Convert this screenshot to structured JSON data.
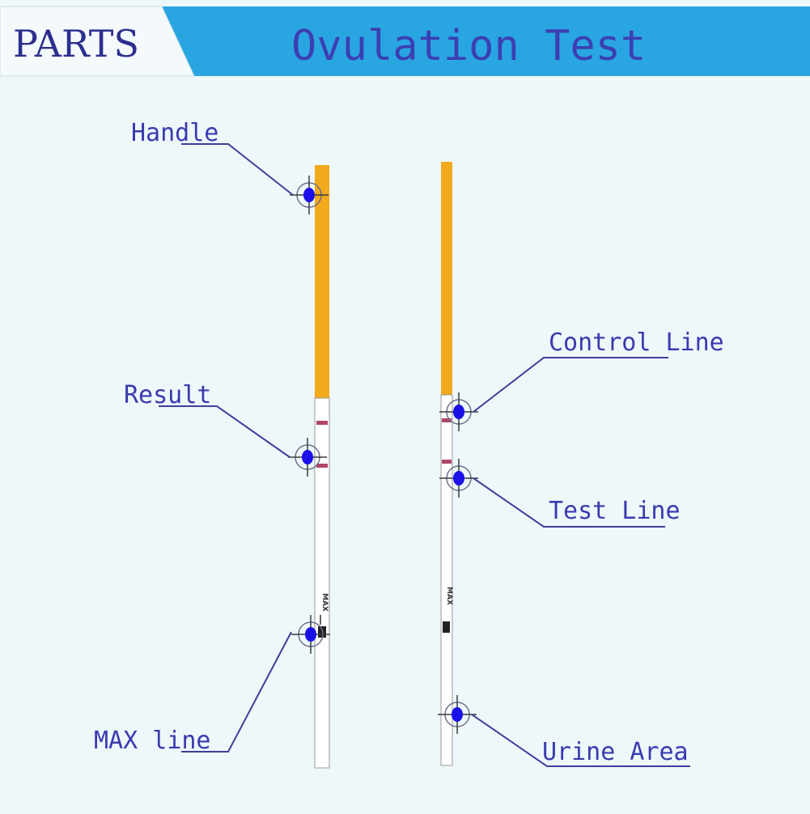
{
  "header": {
    "tag": "PARTS",
    "title": "Ovulation Test"
  },
  "labels": {
    "handle": "Handle",
    "result": "Result",
    "max_line": "MAX line",
    "control_line": "Control Line",
    "test_line": "Test Line",
    "urine_area": "Urine Area"
  },
  "strip_marking": "MAX",
  "colors": {
    "header_blue": "#29a6e2",
    "handle_orange": "#f2a91c",
    "result_line": "#b0456b",
    "marker_dot": "#1a10e8",
    "label_text": "#3a3ab0"
  }
}
